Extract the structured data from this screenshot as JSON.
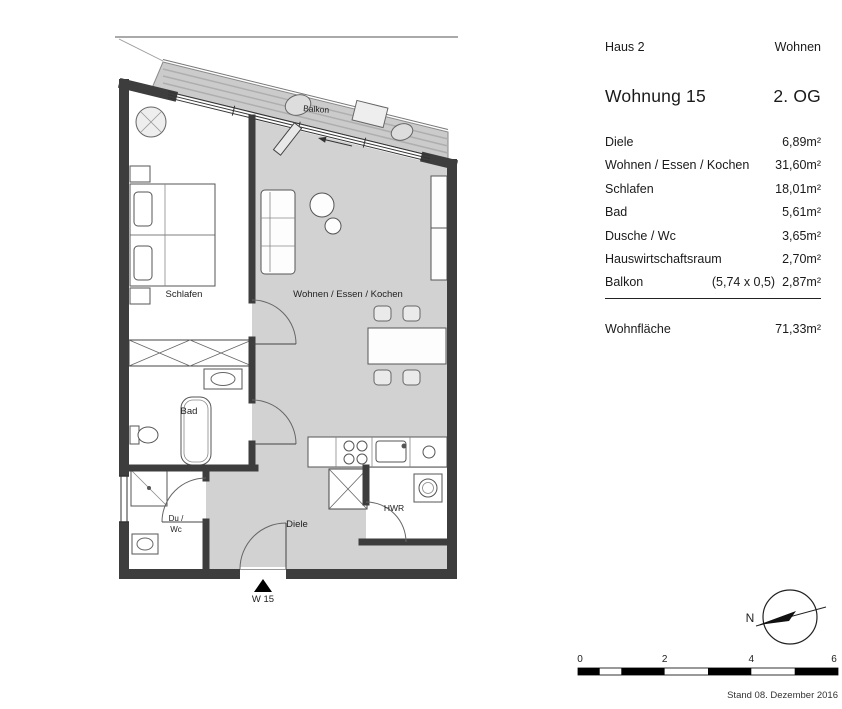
{
  "header": {
    "haus": "Haus 2",
    "category": "Wohnen",
    "unit_title": "Wohnung 15",
    "floor": "2. OG"
  },
  "rooms_table": {
    "rows": [
      {
        "label": "Diele",
        "value": "6,89m²"
      },
      {
        "label": "Wohnen / Essen / Kochen",
        "value": "31,60m²"
      },
      {
        "label": "Schlafen",
        "value": "18,01m²"
      },
      {
        "label": "Bad",
        "value": "5,61m²"
      },
      {
        "label": "Dusche / Wc",
        "value": "3,65m²"
      },
      {
        "label": "Hauswirtschaftsraum",
        "value": "2,70m²"
      },
      {
        "label": "Balkon",
        "note": "(5,74 x 0,5)",
        "value": "2,87m²"
      }
    ],
    "total": {
      "label": "Wohnfläche",
      "value": "71,33m²"
    }
  },
  "plan": {
    "labels": {
      "balkon": "Balkon",
      "schlafen": "Schlafen",
      "wohnen": "Wohnen / Essen / Kochen",
      "bad": "Bad",
      "du": "Du /",
      "wc": "Wc",
      "diele": "Diele",
      "hwr": "HWR",
      "unit": "W 15"
    }
  },
  "compass": {
    "north_label": "N"
  },
  "scale_bar": {
    "ticks": [
      "0",
      "2",
      "4",
      "6"
    ]
  },
  "footer": {
    "stand": "Stand 08. Dezember 2016"
  },
  "colors": {
    "wall": "#3d3d3d",
    "floor_gray": "#d2d2d2",
    "balcony_gray": "#cbcbcb"
  }
}
